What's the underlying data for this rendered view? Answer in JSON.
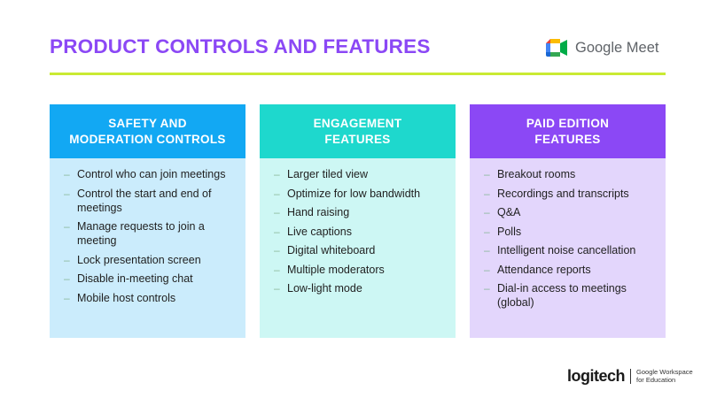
{
  "slide": {
    "title": "PRODUCT CONTROLS AND FEATURES",
    "brand": {
      "name": "Google Meet",
      "icon": "google-meet-icon"
    }
  },
  "columns": [
    {
      "header_line1": "SAFETY AND",
      "header_line2": "MODERATION CONTROLS",
      "color": "#12a8f3",
      "bg": "#cbecfc",
      "items": [
        "Control who can join meetings",
        "Control the start and end of meetings",
        "Manage requests to join a meeting",
        "Lock presentation screen",
        "Disable in-meeting chat",
        "Mobile host controls"
      ]
    },
    {
      "header_line1": "ENGAGEMENT",
      "header_line2": "FEATURES",
      "color": "#1ed8cd",
      "bg": "#cdf7f4",
      "items": [
        "Larger tiled view",
        "Optimize for low bandwidth",
        "Hand raising",
        "Live captions",
        "Digital whiteboard",
        "Multiple moderators",
        "Low-light mode"
      ]
    },
    {
      "header_line1": "PAID EDITION",
      "header_line2": "FEATURES",
      "color": "#8b48f5",
      "bg": "#e3d6fc",
      "items": [
        "Breakout rooms",
        "Recordings and transcripts",
        "Q&A",
        "Polls",
        "Intelligent noise cancellation",
        "Attendance reports",
        "Dial-in access to meetings (global)"
      ]
    }
  ],
  "footer": {
    "logo": "logitech",
    "partner_line1": "Google Workspace",
    "partner_line2": "for Education"
  },
  "colors": {
    "title": "#8b48f5",
    "rule": "#c9ea33"
  }
}
